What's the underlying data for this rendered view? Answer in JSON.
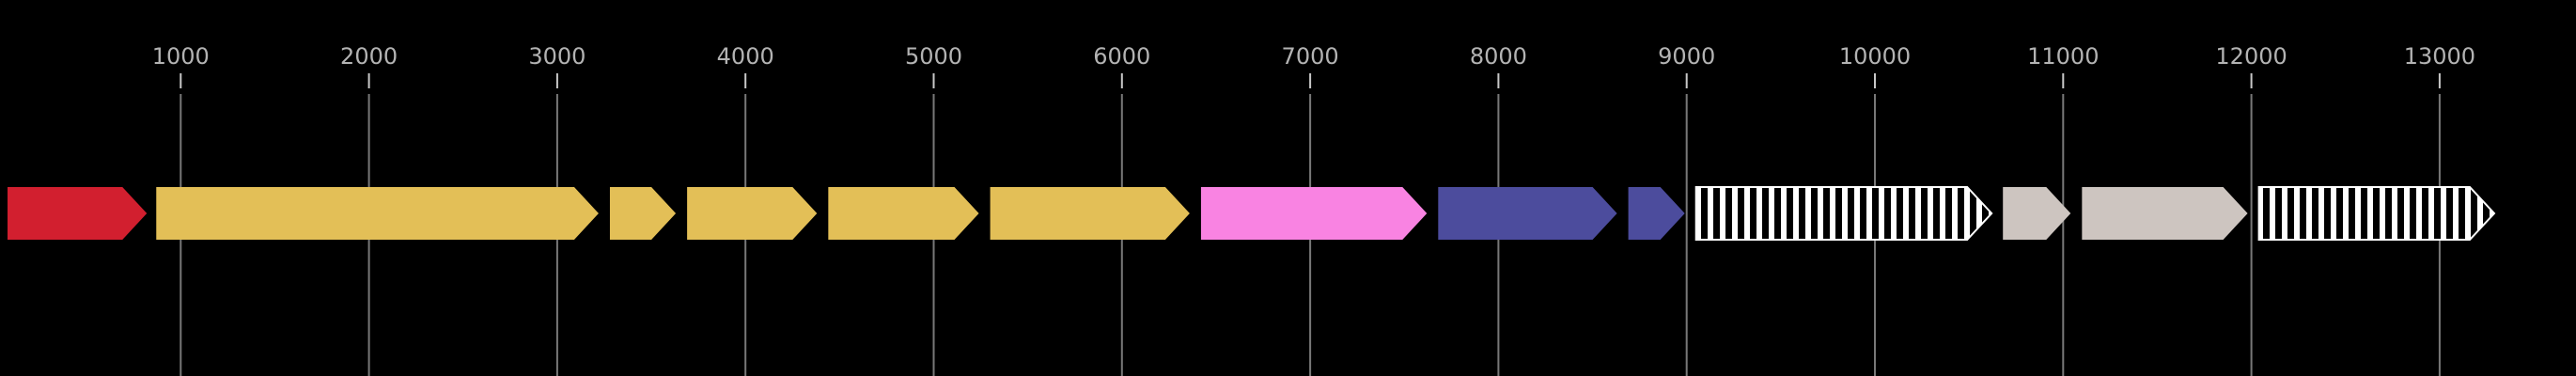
{
  "figure": {
    "type": "genome-feature-map",
    "background": "#000000",
    "axis": {
      "tick_values": [
        1000,
        2000,
        3000,
        4000,
        5000,
        6000,
        7000,
        8000,
        9000,
        10000,
        11000,
        12000,
        13000
      ],
      "tick_labels": [
        "1000",
        "2000",
        "3000",
        "4000",
        "5000",
        "6000",
        "7000",
        "8000",
        "9000",
        "10000",
        "11000",
        "12000",
        "13000"
      ],
      "label_color": "#b3b3b3",
      "tick_color": "#c8c8c8",
      "gridline_color": "#787878",
      "range": [
        0,
        13700
      ]
    },
    "palette": {
      "red": "#d21f2f",
      "gold": "#e3bf57",
      "pink": "#f983e2",
      "navy": "#4c4c9d",
      "gray": "#cdc5c0",
      "stripe_background": "#ffffff",
      "stripe_foreground": "#000000"
    },
    "features": [
      {
        "start": 80,
        "end": 820,
        "fill": "red",
        "pattern": "solid",
        "direction": "right"
      },
      {
        "start": 870,
        "end": 3220,
        "fill": "gold",
        "pattern": "solid",
        "direction": "right"
      },
      {
        "start": 3280,
        "end": 3630,
        "fill": "gold",
        "pattern": "solid",
        "direction": "right"
      },
      {
        "start": 3690,
        "end": 4380,
        "fill": "gold",
        "pattern": "solid",
        "direction": "right"
      },
      {
        "start": 4440,
        "end": 5240,
        "fill": "gold",
        "pattern": "solid",
        "direction": "right"
      },
      {
        "start": 5300,
        "end": 6360,
        "fill": "gold",
        "pattern": "solid",
        "direction": "right"
      },
      {
        "start": 6420,
        "end": 7620,
        "fill": "pink",
        "pattern": "solid",
        "direction": "right"
      },
      {
        "start": 7680,
        "end": 8630,
        "fill": "navy",
        "pattern": "solid",
        "direction": "right"
      },
      {
        "start": 8690,
        "end": 8990,
        "fill": "navy",
        "pattern": "solid",
        "direction": "right"
      },
      {
        "start": 9050,
        "end": 10620,
        "fill": "stripes",
        "pattern": "vertical-stripes",
        "direction": "right"
      },
      {
        "start": 10680,
        "end": 11040,
        "fill": "gray",
        "pattern": "solid",
        "direction": "right"
      },
      {
        "start": 11100,
        "end": 11980,
        "fill": "gray",
        "pattern": "solid",
        "direction": "right"
      },
      {
        "start": 12040,
        "end": 13290,
        "fill": "stripes",
        "pattern": "vertical-stripes",
        "direction": "right"
      }
    ]
  }
}
